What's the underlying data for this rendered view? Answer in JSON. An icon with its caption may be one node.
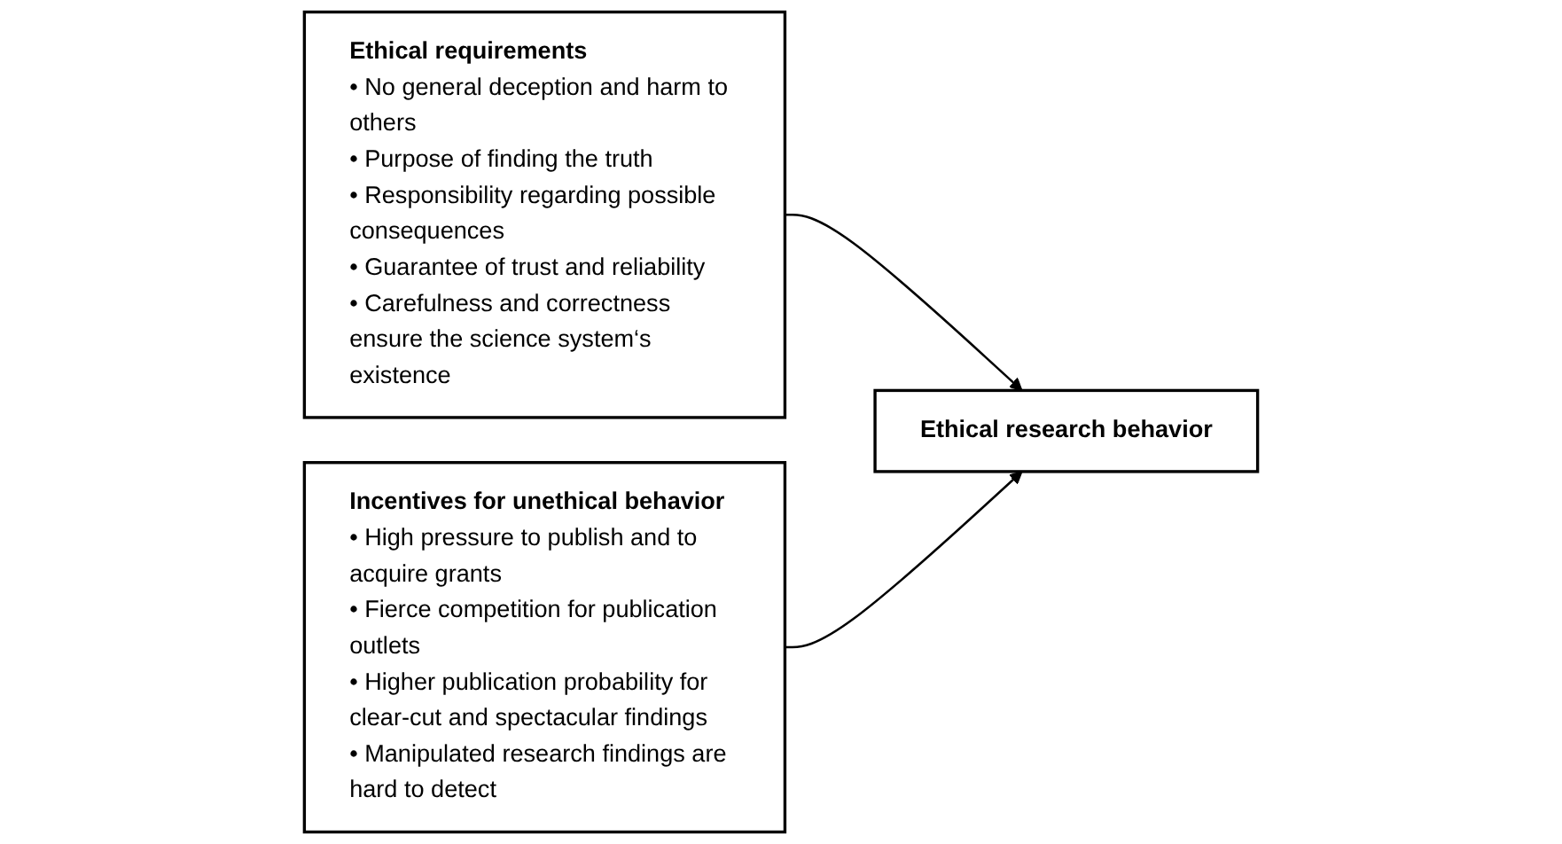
{
  "diagram": {
    "nodes": [
      {
        "text": [
          "Ethical requirements",
          "• No general deception and harm to others",
          "• Purpose of finding the truth",
          "• Responsibility regarding possible consequences",
          "• Guarantee of trust and reliability",
          "• Carefulness and correctness ensure the science system‘s existence"
        ]
      },
      {
        "text": [
          "Ethical research behavior"
        ]
      },
      {
        "text": [
          "Incentives for unethical behavior",
          "• High pressure to publish and to acquire grants",
          "• Fierce competition for publication outlets",
          "• Higher publication probability for clear-cut and spectacular findings",
          "• Manipulated research findings are hard to detect"
        ]
      }
    ],
    "edges": [
      {
        "from": 0,
        "to": 1,
        "arrow": "to"
      },
      {
        "from": 2,
        "to": 1,
        "arrow": "to"
      }
    ]
  }
}
